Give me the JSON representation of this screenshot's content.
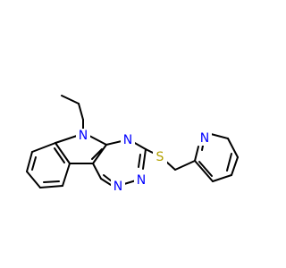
{
  "colors": {
    "background": "#ffffff",
    "bond": "#000000",
    "nitrogen": "#0000ff",
    "sulfur": "#b2a000"
  },
  "atoms": {
    "n_indole": {
      "symbol": "N",
      "color": "#0000ff"
    },
    "n_triazine_top": {
      "symbol": "N",
      "color": "#0000ff"
    },
    "n_triazine_bottom_left": {
      "symbol": "N",
      "color": "#0000ff"
    },
    "n_triazine_bottom_right": {
      "symbol": "N",
      "color": "#0000ff"
    },
    "n_pyridine": {
      "symbol": "N",
      "color": "#0000ff"
    },
    "s_thioether": {
      "symbol": "S",
      "color": "#b2a000"
    }
  }
}
